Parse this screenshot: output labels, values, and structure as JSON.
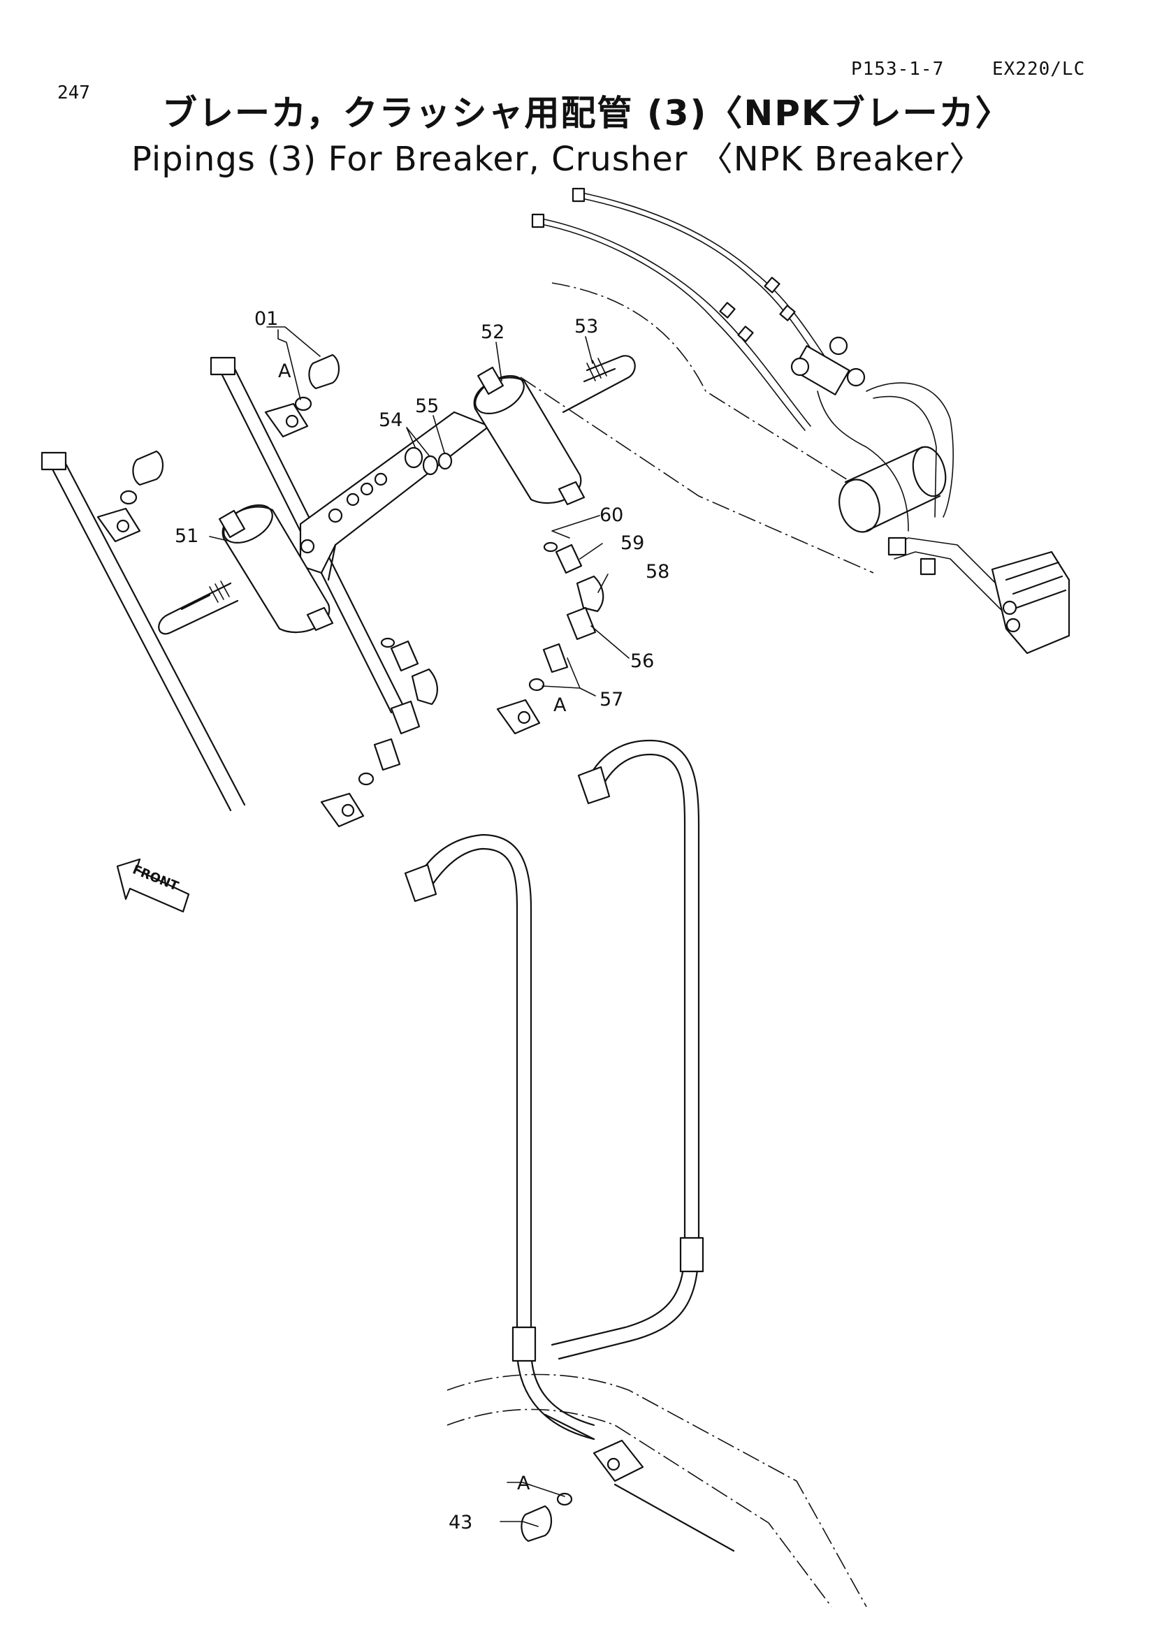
{
  "header": {
    "page_number": "247",
    "page_code": "P153-1-7",
    "model": "EX220/LC"
  },
  "title": {
    "japanese": "ブレーカ，クラッシャ用配管 (3)〈NPKブレーカ〉",
    "english": "Pipings (3) For Breaker, Crusher 〈NPK Breaker〉"
  },
  "direction_marker": "FRONT",
  "labels": {
    "p01": "01",
    "a_top": "A",
    "p52": "52",
    "p53": "53",
    "p54": "54",
    "p55": "55",
    "p51": "51",
    "p60": "60",
    "p59": "59",
    "p58": "58",
    "p56": "56",
    "p57": "57",
    "a_mid": "A",
    "p43": "43",
    "a_bottom": "A"
  }
}
